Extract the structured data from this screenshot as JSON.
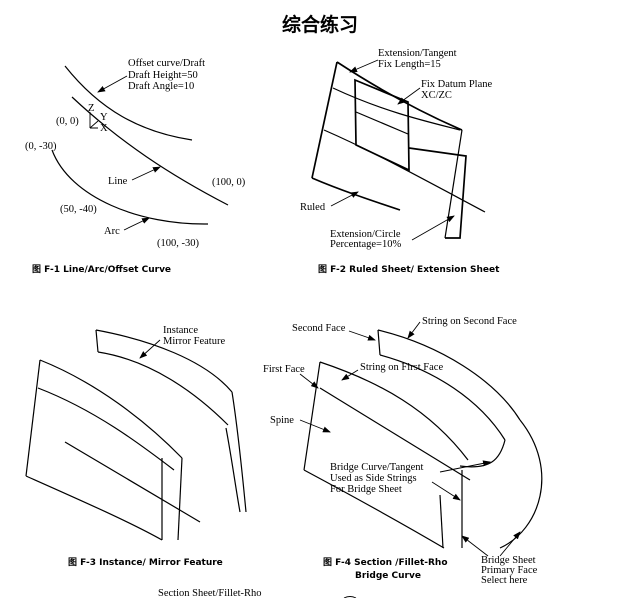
{
  "page_title": "综合练习",
  "figures": {
    "f1": {
      "caption": "图 F-1 Line/Arc/Offset Curve",
      "labels": {
        "offset1": "Offset curve/Draft",
        "offset2": "Draft Height=50",
        "offset3": "Draft Angle=10",
        "origin": "(0, 0)",
        "neg30": "(0, -30)",
        "line": "Line",
        "p100_0": "(100, 0)",
        "p50_40": "(50, -40)",
        "arc": "Arc",
        "p100_30": "(100, -30)",
        "axis_z": "Z",
        "axis_y": "Y",
        "axis_x": "X"
      }
    },
    "f2": {
      "caption": "图 F-2 Ruled Sheet/ Extension Sheet",
      "labels": {
        "ext1": "Extension/Tangent",
        "ext2": "Fix Length=15",
        "datum1": "Fix Datum Plane",
        "datum2": "XC/ZC",
        "ruled": "Ruled",
        "circ1": "Extension/Circle",
        "circ2": "Percentage=10%"
      }
    },
    "f3": {
      "caption": "图 F-3 Instance/ Mirror Feature",
      "labels": {
        "inst1": "Instance",
        "inst2": "Mirror Feature"
      }
    },
    "f4": {
      "caption1": "图 F-4 Section /Fillet-Rho",
      "caption2": "Bridge Curve",
      "labels": {
        "second_face": "Second Face",
        "string_second": "String on Second Face",
        "first_face": "First Face",
        "string_first": "String on First Face",
        "spine": "Spine",
        "bridge1": "Bridge Curve/Tangent",
        "bridge2": "Used as Side Strings",
        "bridge3": "For Bridge Sheet",
        "bs1": "Bridge Sheet",
        "bs2": "Primary Face",
        "bs3": "Select here"
      }
    },
    "f5": {
      "label": "Section Sheet/Fillet-Rho"
    }
  }
}
